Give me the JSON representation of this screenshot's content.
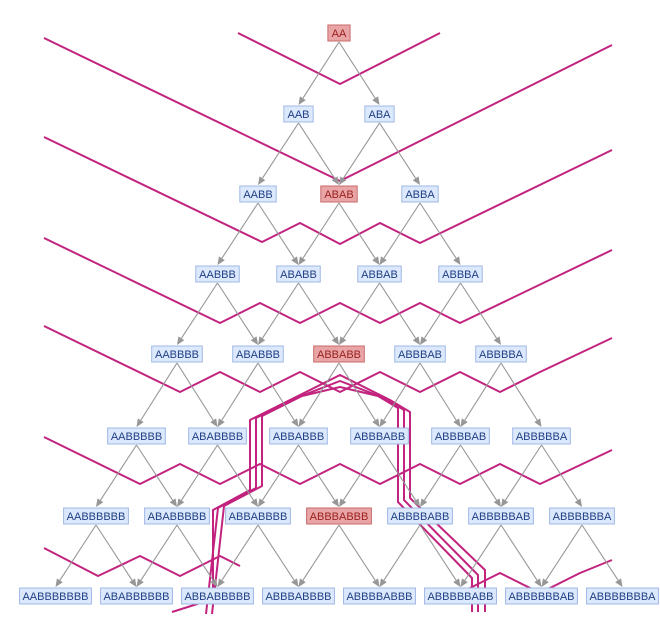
{
  "diagram": {
    "colors": {
      "node_fill": "#dce8fb",
      "node_stroke": "#9fb9e6",
      "node_text": "#1f3f86",
      "highlight_fill": "#e9a5a5",
      "highlight_stroke": "#c86a6a",
      "highlight_text": "#9a2020",
      "edge": "#979797",
      "foliation": "#c2237e"
    },
    "rows": [
      {
        "nodes": [
          {
            "label": "AA",
            "highlight": true
          }
        ]
      },
      {
        "nodes": [
          {
            "label": "AAB"
          },
          {
            "label": "ABA"
          }
        ]
      },
      {
        "nodes": [
          {
            "label": "AABB"
          },
          {
            "label": "ABAB",
            "highlight": true
          },
          {
            "label": "ABBA"
          }
        ]
      },
      {
        "nodes": [
          {
            "label": "AABBB"
          },
          {
            "label": "ABABB"
          },
          {
            "label": "ABBAB"
          },
          {
            "label": "ABBBA"
          }
        ]
      },
      {
        "nodes": [
          {
            "label": "AABBBB"
          },
          {
            "label": "ABABBB"
          },
          {
            "label": "ABBABB",
            "highlight": true
          },
          {
            "label": "ABBBAB"
          },
          {
            "label": "ABBBBA"
          }
        ]
      },
      {
        "nodes": [
          {
            "label": "AABBBBB"
          },
          {
            "label": "ABABBBB"
          },
          {
            "label": "ABBABBB"
          },
          {
            "label": "ABBBABB"
          },
          {
            "label": "ABBBBAB"
          },
          {
            "label": "ABBBBBA"
          }
        ]
      },
      {
        "nodes": [
          {
            "label": "AABBBBBB"
          },
          {
            "label": "ABABBBBB"
          },
          {
            "label": "ABBABBBB"
          },
          {
            "label": "ABBBABBB",
            "highlight": true
          },
          {
            "label": "ABBBBABB"
          },
          {
            "label": "ABBBBBAB"
          },
          {
            "label": "ABBBBBBA"
          }
        ]
      },
      {
        "nodes": [
          {
            "label": "AABBBBBBB"
          },
          {
            "label": "ABABBBBBB"
          },
          {
            "label": "ABBABBBBB"
          },
          {
            "label": "ABBBABBBB"
          },
          {
            "label": "ABBBBABBB"
          },
          {
            "label": "ABBBBBABB"
          },
          {
            "label": "ABBBBBBAB"
          },
          {
            "label": "ABBBBBBBA"
          }
        ]
      }
    ]
  }
}
